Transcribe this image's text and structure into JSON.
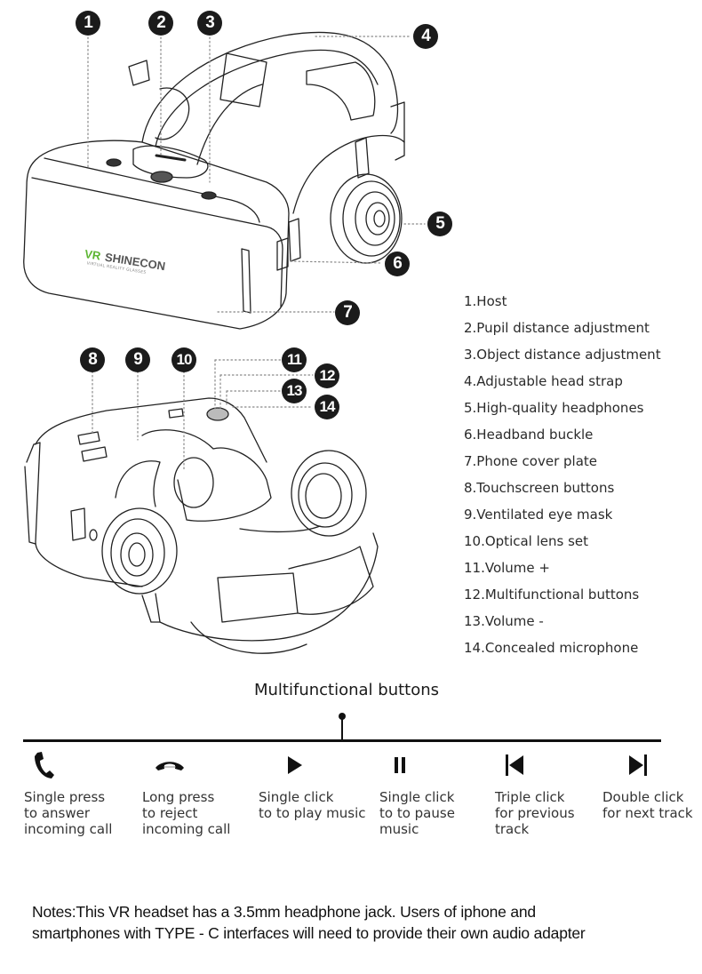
{
  "callouts_top": [
    "1",
    "2",
    "3",
    "4",
    "5",
    "6",
    "7"
  ],
  "callouts_bottom": [
    "8",
    "9",
    "10",
    "11",
    "12",
    "13",
    "14"
  ],
  "brand": {
    "prefix": "VR",
    "name": "SHINECON",
    "tagline": "VIRTUAL REALITY GLASSES",
    "accent_color": "#5cb531"
  },
  "parts": [
    "1.Host",
    "2.Pupil distance adjustment",
    "3.Object distance adjustment",
    "4.Adjustable head strap",
    "5.High-quality headphones",
    "6.Headband buckle",
    "7.Phone cover plate",
    "8.Touchscreen buttons",
    "9.Ventilated eye mask",
    "10.Optical lens set",
    "11.Volume +",
    "12.Multifunctional buttons",
    "13.Volume -",
    "14.Concealed microphone"
  ],
  "multifunction": {
    "title": "Multifunctional buttons",
    "actions": [
      {
        "icon": "phone-answer-icon",
        "text": "Single press\nto answer\nincoming call"
      },
      {
        "icon": "phone-hangup-icon",
        "text": "Long press\nto reject\nincoming call"
      },
      {
        "icon": "play-icon",
        "text": "Single click\nto to play music"
      },
      {
        "icon": "pause-icon",
        "text": "Single click\nto to pause\nmusic"
      },
      {
        "icon": "previous-track-icon",
        "text": "Triple click\nfor previous\ntrack"
      },
      {
        "icon": "next-track-icon",
        "text": "Double click\nfor next track"
      }
    ]
  },
  "notes": {
    "line1": "Notes:This VR headset has a 3.5mm headphone jack. Users of iphone and",
    "line2": "smartphones with TYPE - C interfaces will need to provide their own audio adapter"
  }
}
